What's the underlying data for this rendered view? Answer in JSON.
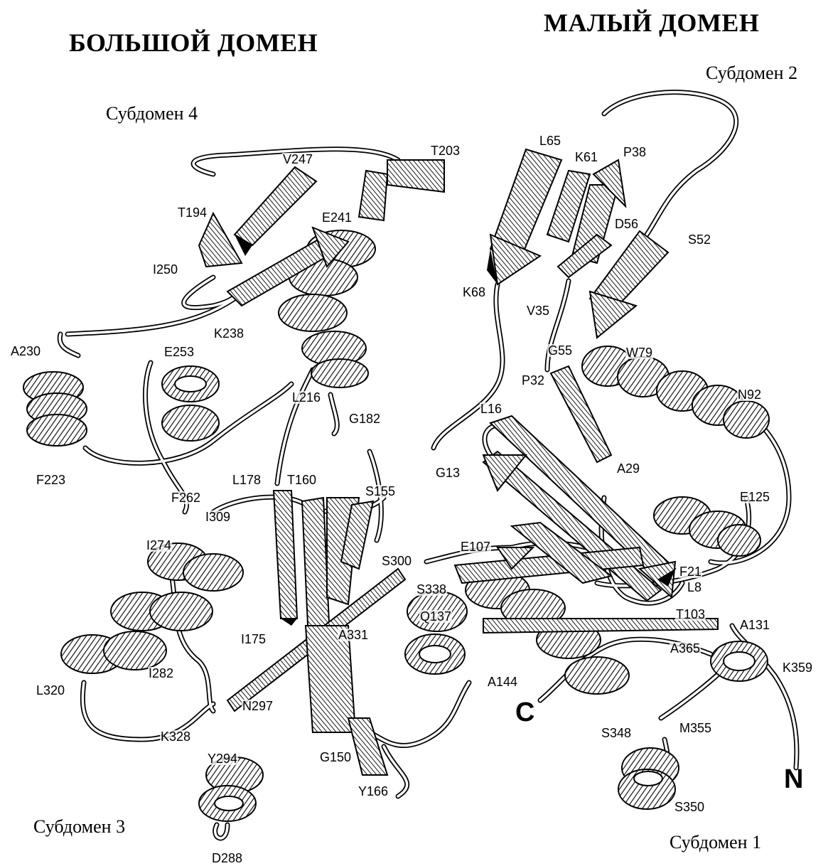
{
  "titles": {
    "large_domain": "БОЛЬШОЙ ДОМЕН",
    "small_domain": "МАЛЫЙ ДОМЕН"
  },
  "subdomains": {
    "sub1": "Субдомен 1",
    "sub2": "Субдомен 2",
    "sub3": "Субдомен 3",
    "sub4": "Субдомен 4"
  },
  "termini": {
    "c": "C",
    "n": "N"
  },
  "residues": {
    "T203": "T203",
    "V247": "V247",
    "T194": "T194",
    "E241": "E241",
    "I250": "I250",
    "K238": "K238",
    "A230": "A230",
    "E253": "E253",
    "L216": "L216",
    "G182": "G182",
    "F223": "F223",
    "L178": "L178",
    "T160": "T160",
    "S155": "S155",
    "F262": "F262",
    "I309": "I309",
    "I274": "I274",
    "S300": "S300",
    "E107": "E107",
    "S338": "S338",
    "Q137": "Q137",
    "I175": "I175",
    "A331": "A331",
    "I282": "I282",
    "L320": "L320",
    "N297": "N297",
    "A144": "A144",
    "K328": "K328",
    "Y294": "Y294",
    "G150": "G150",
    "Y166": "Y166",
    "D288": "D288",
    "L65": "L65",
    "K61": "K61",
    "P38": "P38",
    "D56": "D56",
    "S52": "S52",
    "K68": "K68",
    "V35": "V35",
    "G55": "G55",
    "W79": "W79",
    "P32": "P32",
    "N92": "N92",
    "L16": "L16",
    "G13": "G13",
    "A29": "A29",
    "E125": "E125",
    "F21": "F21",
    "L8": "L8",
    "T103": "T103",
    "A131": "A131",
    "A365": "A365",
    "K359": "K359",
    "S348": "S348",
    "M355": "M355",
    "S350": "S350"
  }
}
